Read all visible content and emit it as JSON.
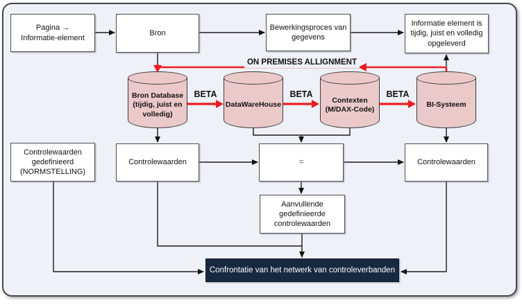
{
  "palette": {
    "background": "#eef1f7",
    "red_accent": "#ed1c24",
    "cylinder_fill": "#ecc9c9",
    "confrontatie_bg": "#172940",
    "confrontatie_text": "#ffffff"
  },
  "nodes": {
    "pagina": {
      "label": "Pagina →\nInformatie-element"
    },
    "bron": {
      "label": "Bron"
    },
    "bewerkingsproces": {
      "label": "Bewerkingsproces van\ngegevens"
    },
    "informatie_element": {
      "label": "Informatie element is\ntijdig, juist en volledig\nopgeleverd"
    },
    "normstelling": {
      "label": "Controlewaarden\ngedefinieerd\n(NORMSTELLING)"
    },
    "controlewaarden_bron": {
      "label": "Controlewaarden"
    },
    "equals": {
      "label": "="
    },
    "controlewaarden_bi": {
      "label": "Controlewaarden"
    },
    "aanvullende": {
      "label": "Aanvullende\ngedefinieerde\ncontrolewaarden"
    },
    "confrontatie": {
      "label": "Confrontatie van het netwerk van controleverbanden"
    }
  },
  "cylinders": [
    {
      "label": "Bron Database\n(tijdig, juist en\nvolledig)"
    },
    {
      "label": "DataWareHouse"
    },
    {
      "label": "Contexten\n(M/DAX-Code)"
    },
    {
      "label": "BI-Systeem"
    }
  ],
  "labels": {
    "alignment": "ON PREMISES ALLIGNMENT",
    "beta": "BETA"
  }
}
